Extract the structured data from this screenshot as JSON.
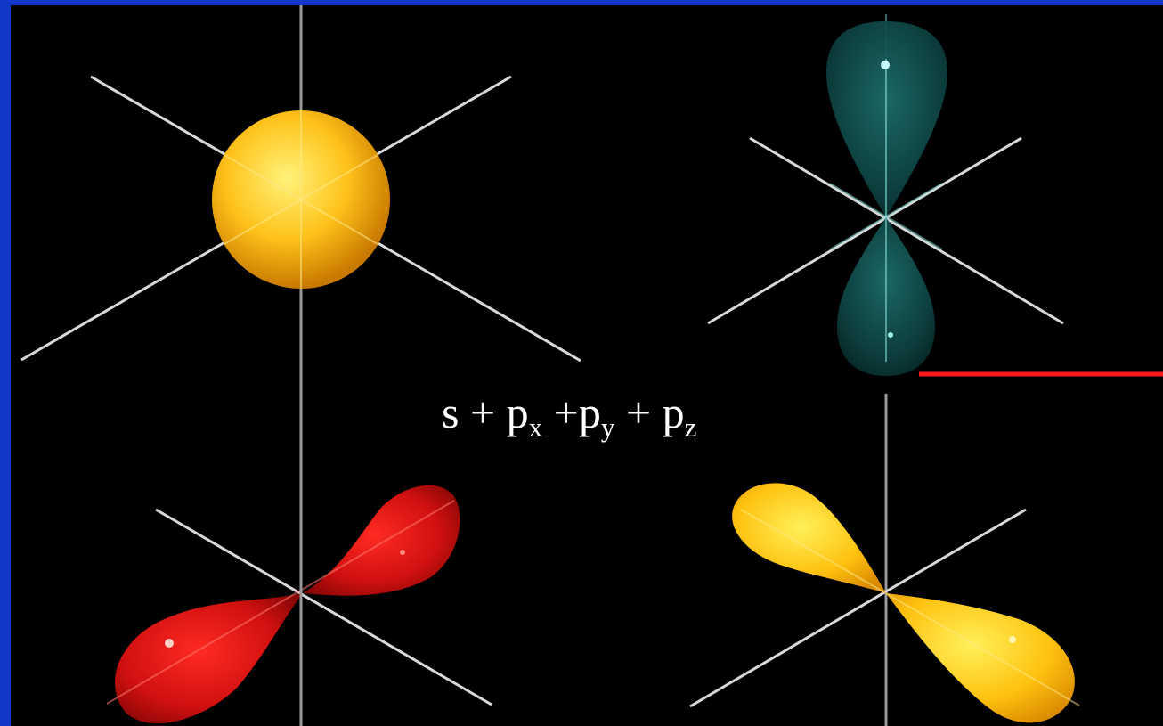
{
  "formula": {
    "s": "s",
    "plus": "+",
    "p": "p",
    "sub_x": "x",
    "sub_y": "y",
    "sub_z": "z"
  },
  "orbitals": [
    {
      "name": "s",
      "shape": "sphere",
      "color": "#ffb810"
    },
    {
      "name": "p",
      "shape": "dumbbell",
      "color": "#0e4a48"
    },
    {
      "name": "p",
      "shape": "dumbbell",
      "color": "#d01010"
    },
    {
      "name": "p",
      "shape": "dumbbell",
      "color": "#ffc210"
    }
  ],
  "colors": {
    "border": "#1238c8",
    "background": "#000000",
    "axis": "#d8d8d8",
    "highlight_line": "#ff1a1a"
  }
}
